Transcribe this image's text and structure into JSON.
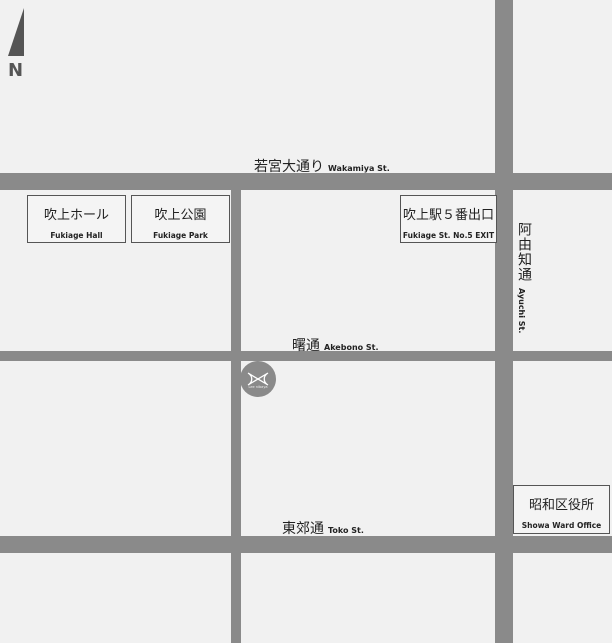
{
  "compass": {
    "label": "N"
  },
  "streets": {
    "wakamiya": {
      "jp": "若宮大通り",
      "en": "Wakamiya St."
    },
    "akebono": {
      "jp": "曙通",
      "en": "Akebono St."
    },
    "toko": {
      "jp": "東郊通",
      "en": "Toko St."
    },
    "ayuchi": {
      "jp": "阿由知通",
      "en": "Ayuchi St."
    }
  },
  "places": {
    "fukiage_hall": {
      "jp": "吹上ホール",
      "en": "Fukiage Hall"
    },
    "fukiage_park": {
      "jp": "吹上公園",
      "en": "Fukiage Park"
    },
    "fukiage_exit": {
      "jp": "吹上駅５番出口",
      "en": "Fukiage St. No.5 EXIT"
    },
    "showa_ward": {
      "jp": "昭和区役所",
      "en": "Showa Ward Office"
    }
  },
  "marker": {
    "label": "Lee nibaya"
  },
  "colors": {
    "road": "#8a8a8a",
    "background": "#f1f1f1",
    "box_border": "#555555"
  }
}
